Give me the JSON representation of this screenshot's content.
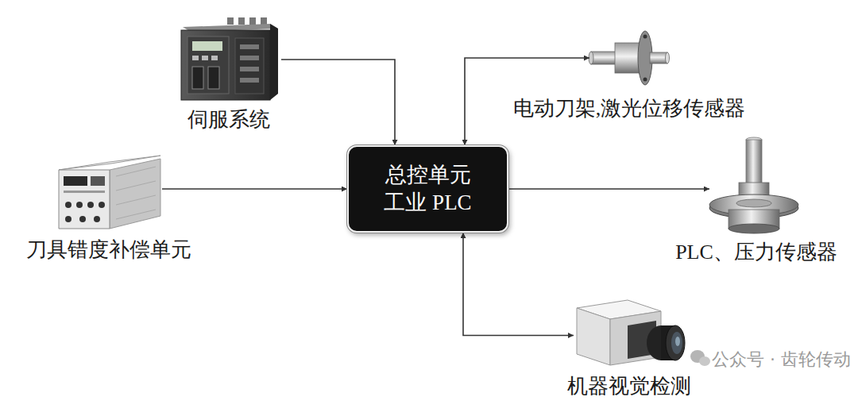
{
  "diagram": {
    "nodes": [
      {
        "text": [
          "伺服系统"
        ]
      },
      {
        "text": [
          "电动刀架,激光位移传感器"
        ]
      },
      {
        "text": [
          "刀具错度补偿单元"
        ]
      },
      {
        "text": [
          "总控单元 工业 PLC"
        ]
      },
      {
        "text": [
          "PLC、压力传感器"
        ]
      },
      {
        "text": [
          "机器视觉检测"
        ]
      }
    ],
    "edges": [
      {
        "from": 0,
        "to": 3,
        "arrow": "to"
      },
      {
        "from": 3,
        "to": 1,
        "arrow": "both"
      },
      {
        "from": 2,
        "to": 3,
        "arrow": "to"
      },
      {
        "from": 3,
        "to": 4,
        "arrow": "to"
      },
      {
        "from": 3,
        "to": 5,
        "arrow": "both"
      }
    ],
    "labels": [
      "公众号 · 齿轮传动"
    ]
  }
}
